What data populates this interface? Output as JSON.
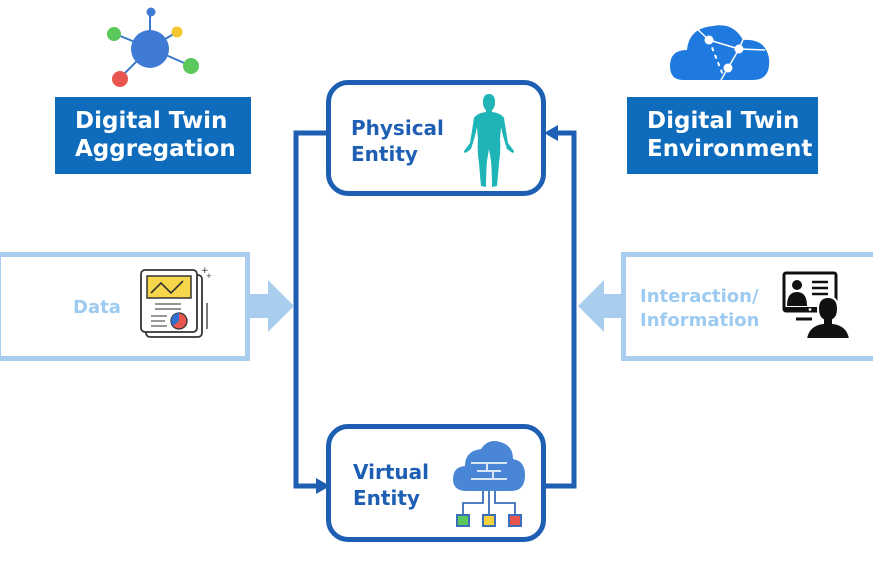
{
  "diagram": {
    "aggregation": {
      "title_line1": "Digital Twin",
      "title_line2": "Aggregation",
      "icon": "network-hub-icon"
    },
    "environment": {
      "title_line1": "Digital Twin",
      "title_line2": "Environment",
      "icon": "cloud-network-icon"
    },
    "physical_entity": {
      "label_line1": "Physical",
      "label_line2": "Entity",
      "icon": "human-body-icon"
    },
    "virtual_entity": {
      "label_line1": "Virtual",
      "label_line2": "Entity",
      "icon": "cloud-hierarchy-icon"
    },
    "data_input": {
      "label": "Data",
      "icon": "report-chart-icon",
      "arrow_direction": "right"
    },
    "interaction_input": {
      "label_line1": "Interaction/",
      "label_line2": "Information",
      "icon": "user-monitor-icon",
      "arrow_direction": "left"
    },
    "connectors": [
      {
        "from": "physical-entity",
        "to": "virtual-entity",
        "side": "left"
      },
      {
        "from": "virtual-entity",
        "to": "physical-entity",
        "side": "right"
      }
    ],
    "colors": {
      "title_bg": "#0f6cbd",
      "entity_border": "#1e5fb4",
      "side_border": "#a9cdee",
      "side_text": "#9ccaf0",
      "human_figure": "#1fb4b5"
    }
  }
}
